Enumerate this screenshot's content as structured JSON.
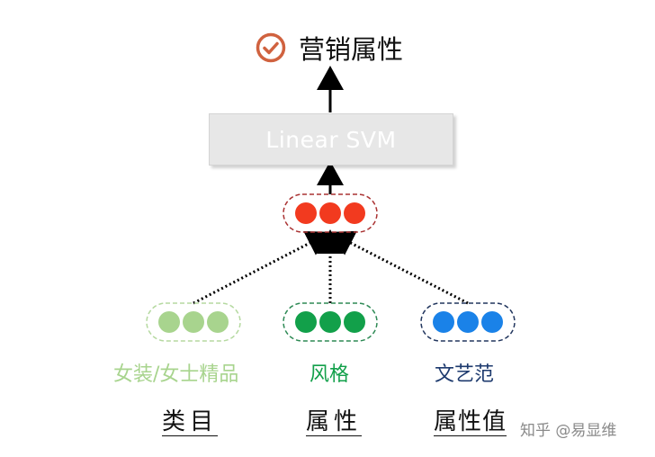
{
  "output": {
    "title": "营销属性",
    "check_icon": "check-circle-icon",
    "accent": "#d0623f"
  },
  "model": {
    "label": "Linear SVM"
  },
  "hidden_node": {
    "color": "#f23a1f",
    "border": "#a33"
  },
  "inputs": [
    {
      "label": "女装/女士精品",
      "type": "类目",
      "dot_color": "#a8d48e",
      "border": "#b5d9a0",
      "label_color": "#a8d48e"
    },
    {
      "label": "风格",
      "type": "属性",
      "dot_color": "#12a04a",
      "border": "#2e8a55",
      "label_color": "#12a04a"
    },
    {
      "label": "文艺范",
      "type": "属性值",
      "dot_color": "#1a82e8",
      "border": "#22365e",
      "label_color": "#1d3a6e"
    }
  ],
  "watermark": "知乎 @易显维"
}
